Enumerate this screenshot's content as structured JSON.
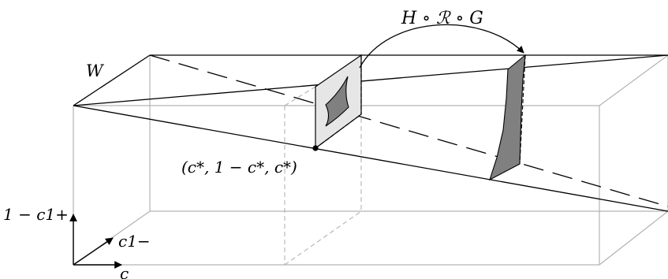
{
  "labels": {
    "map_label": "H ∘ ℛ ∘ G",
    "region_label": "W",
    "point_label": "(c*, 1 − c*, c*)",
    "axis_vertical": "1 − c1+",
    "axis_depth": "c1−",
    "axis_horizontal": "c"
  },
  "colors": {
    "box_edge": "#b3b3b3",
    "line": "#000000",
    "light_fill": "#e6e6e6",
    "dark_fill": "#808080"
  }
}
